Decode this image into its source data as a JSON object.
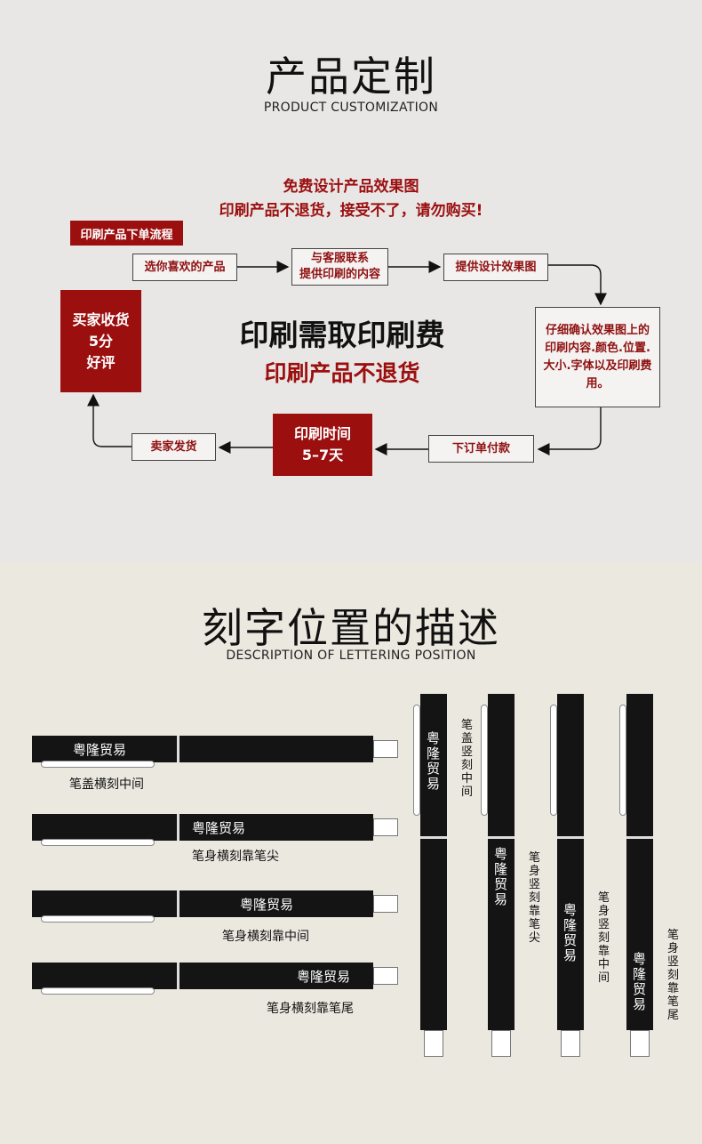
{
  "section1": {
    "title": "产品定制",
    "subtitle": "PRODUCT CUSTOMIZATION",
    "notice_line1": "免费设计产品效果图",
    "notice_line2": "印刷产品不退货，接受不了，请勿购买!",
    "flow_tag": "印刷产品下单流程",
    "steps": {
      "choose": "选你喜欢的产品",
      "contact_line1": "与客服联系",
      "contact_line2": "提供印刷的内容",
      "design": "提供设计效果图",
      "confirm": "仔细确认效果图上的印刷内容.颜色.位置.大小.字体以及印刷费用。",
      "pay": "下订单付款",
      "print_line1": "印刷时间",
      "print_line2": "5–7天",
      "ship": "卖家发货",
      "receive_line1": "买家收货",
      "receive_line2": "5分",
      "receive_line3": "好评"
    },
    "center_line1": "印刷需取印刷费",
    "center_line2": "印刷产品不退货",
    "colors": {
      "accent_red": "#9b0f0f"
    }
  },
  "section2": {
    "title": "刻字位置的描述",
    "subtitle": "DESCRIPTION OF LETTERING POSITION",
    "engraving_text": "粤隆贸易",
    "horizontal": [
      {
        "label": "笔盖横刻中间"
      },
      {
        "label": "笔身横刻靠笔尖"
      },
      {
        "label": "笔身横刻靠中间"
      },
      {
        "label": "笔身横刻靠笔尾"
      }
    ],
    "vertical": [
      {
        "label": "笔盖竖刻中间"
      },
      {
        "label": "笔身竖刻靠笔尖"
      },
      {
        "label": "笔身竖刻靠中间"
      },
      {
        "label": "笔身竖刻靠笔尾"
      }
    ]
  }
}
